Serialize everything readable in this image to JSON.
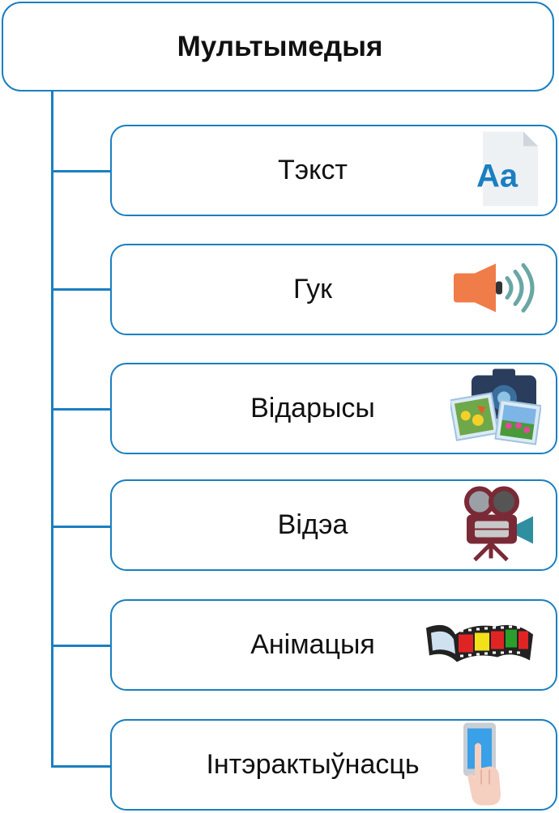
{
  "root": {
    "label": "Мультымедыя"
  },
  "items": [
    {
      "label": "Тэкст",
      "icon": "text-document-icon",
      "icon_text": "Aa"
    },
    {
      "label": "Гук",
      "icon": "speaker-icon"
    },
    {
      "label": "Відарысы",
      "icon": "camera-photos-icon"
    },
    {
      "label": "Відэа",
      "icon": "video-camera-icon"
    },
    {
      "label": "Анімацыя",
      "icon": "film-strip-icon"
    },
    {
      "label": "Інтэрактыўнасць",
      "icon": "touch-tablet-icon"
    }
  ],
  "colors": {
    "connector": "#1a7fc1",
    "border": "#1a7fc1"
  }
}
